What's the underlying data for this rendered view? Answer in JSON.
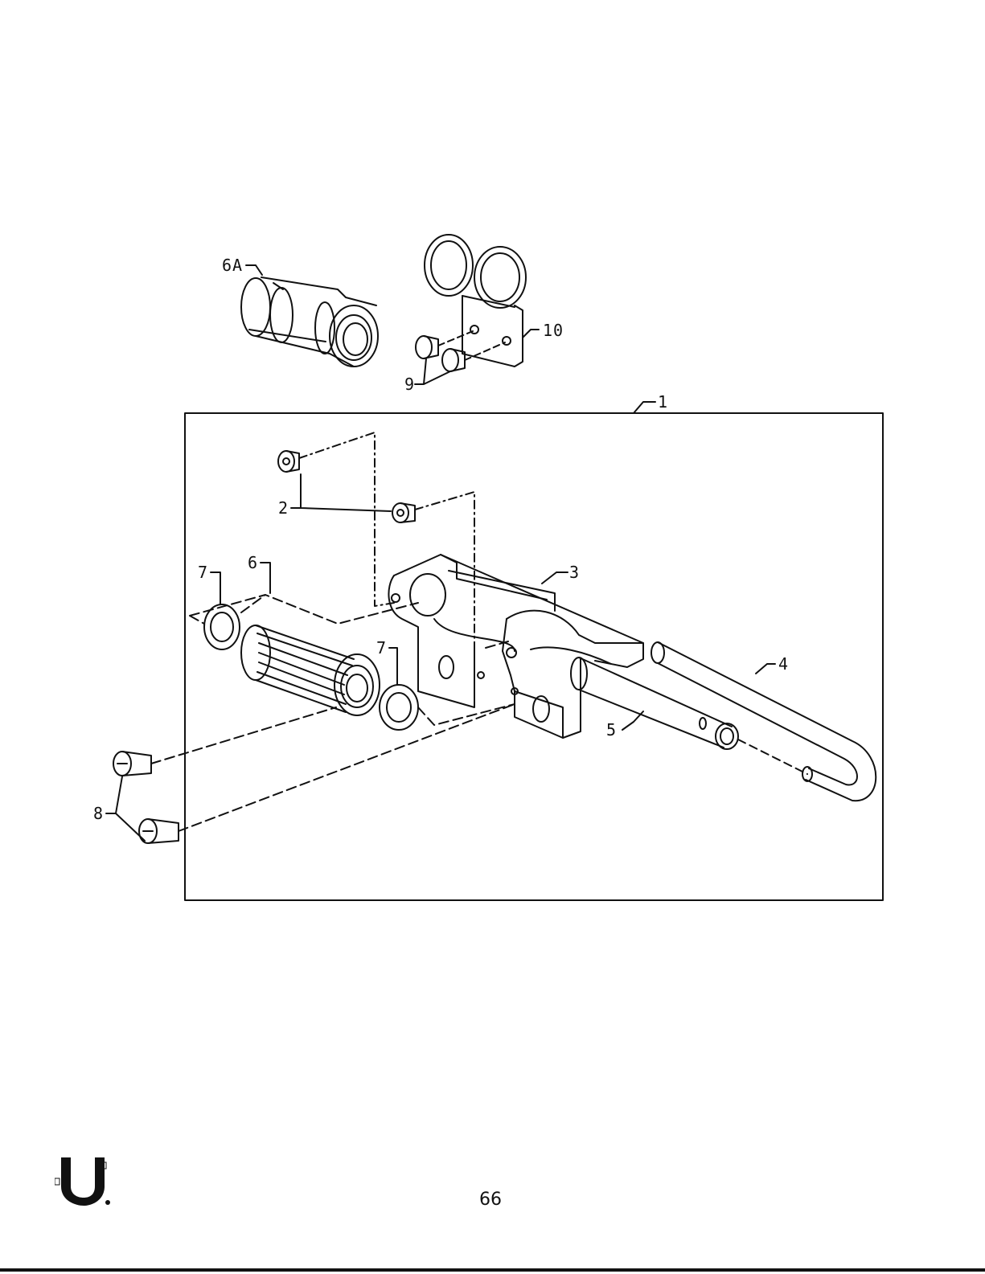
{
  "callouts": {
    "c1": "1",
    "c2": "2",
    "c3": "3",
    "c4": "4",
    "c5": "5",
    "c6": "6",
    "c6a": "6A",
    "c7a": "7",
    "c7b": "7",
    "c8": "8",
    "c9": "9",
    "c10": "10"
  },
  "page_number": "66",
  "logo": {
    "name": "brand-logo"
  }
}
